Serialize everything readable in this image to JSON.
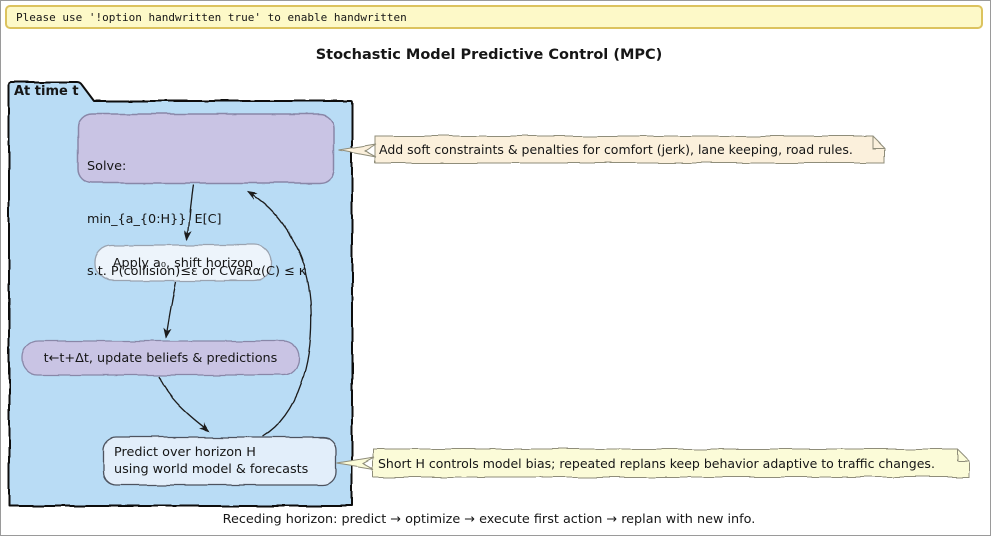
{
  "banner": {
    "text": "Please use '!option handwritten true' to enable handwritten"
  },
  "title": "Stochastic Model Predictive Control (MPC)",
  "frame": {
    "label": "At time t"
  },
  "nodes": {
    "solve": {
      "line1": "Solve:",
      "line2": "min_{a_{0:H}}  E[C]",
      "line3": "s.t. P(collision)≤ε or CVaRα(C) ≤ κ"
    },
    "apply": {
      "label": "Apply a₀, shift horizon"
    },
    "update": {
      "label": "t←t+Δt, update beliefs & predictions"
    },
    "predict": {
      "line1": "Predict over horizon H",
      "line2": "using world model & forecasts"
    }
  },
  "notes": {
    "soft_constraints": {
      "text": "Add soft constraints & penalties for comfort (jerk), lane keeping, road rules."
    },
    "short_horizon": {
      "text": "Short H controls model bias; repeated replans keep behavior adaptive to traffic changes."
    }
  },
  "caption": "Receding horizon: predict → optimize → execute first action → replan with new info.",
  "colors": {
    "frame_fill": "#b9dcf5",
    "frame_border": "#111111",
    "node_lavender": "#c9c4e4",
    "node_pale_blue": "#edf4fb",
    "node_light_blue": "#e2eefa",
    "note_cream": "#fbf0dc",
    "note_yellow": "#fbfbd8",
    "banner_fill": "#fdf9c8",
    "banner_border": "#dcc35e",
    "arrow": "#1c1c1c"
  }
}
